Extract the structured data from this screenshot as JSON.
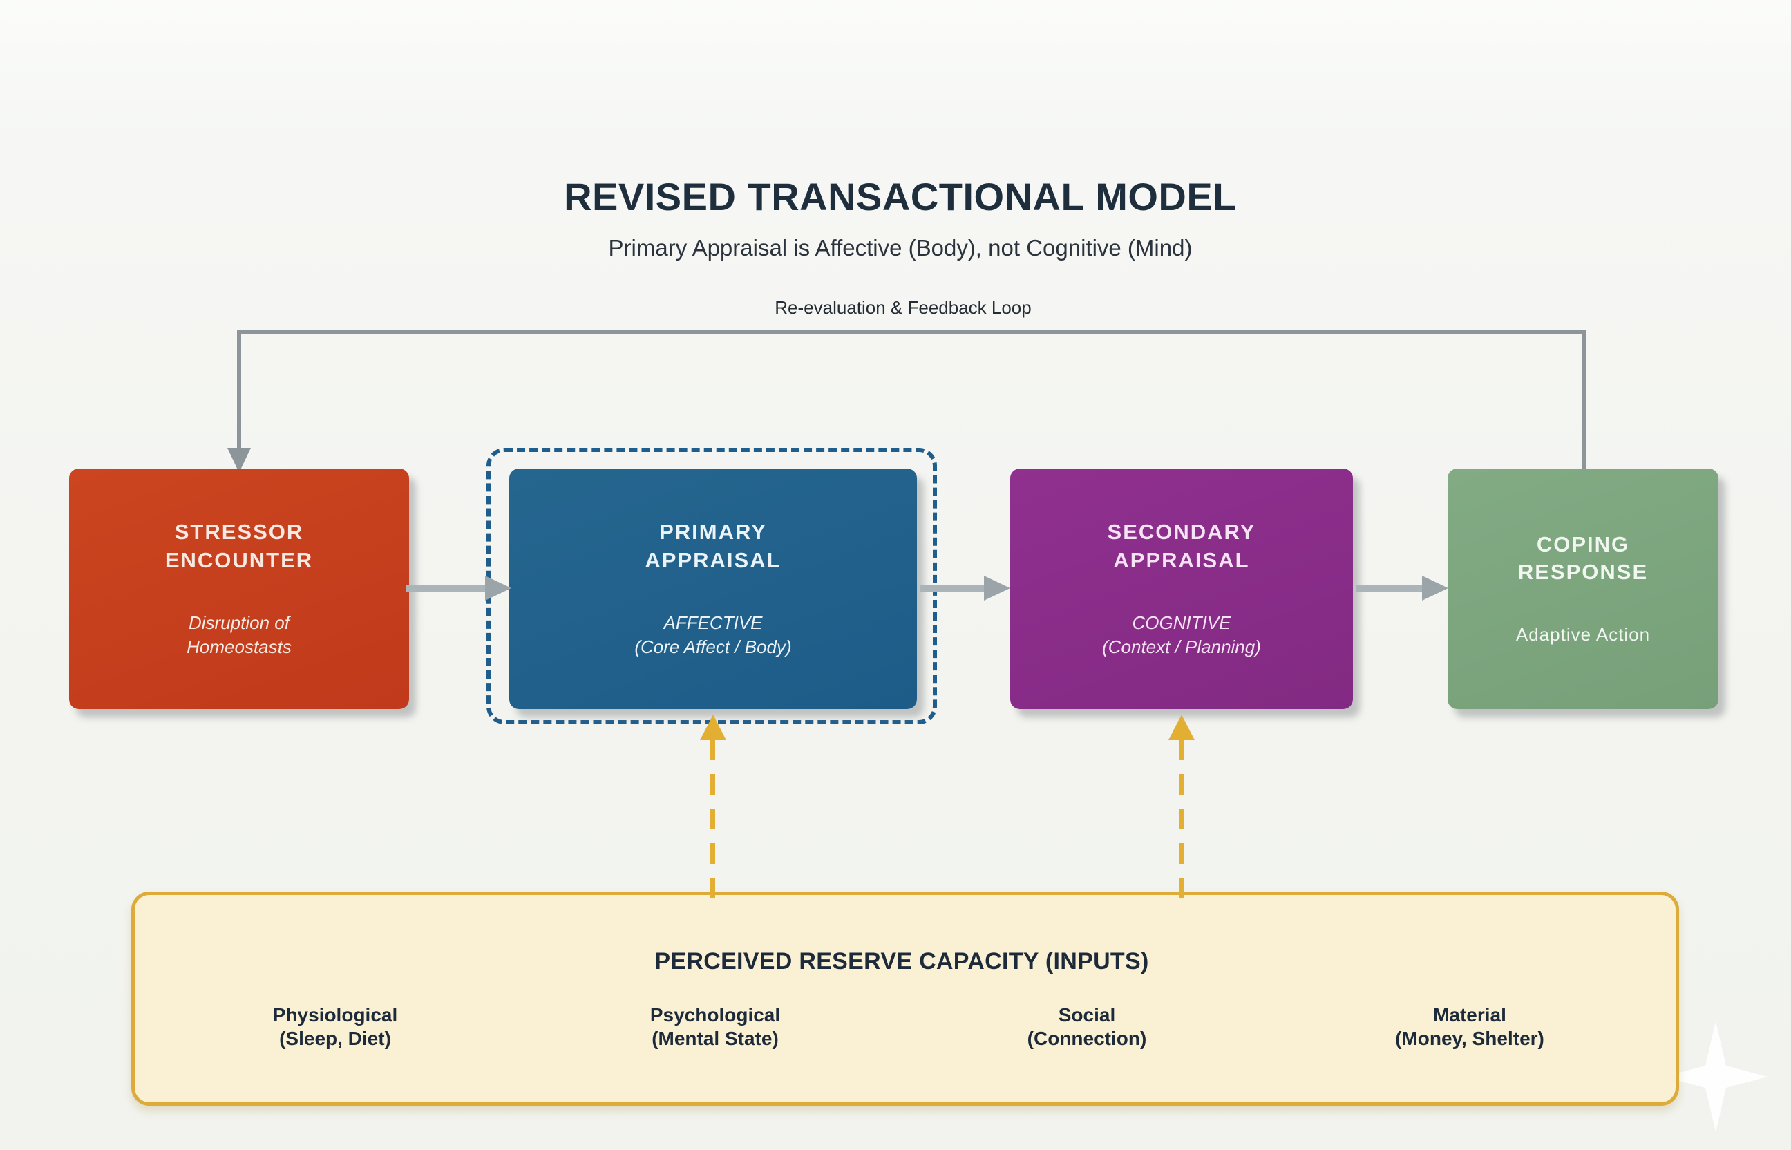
{
  "header": {
    "title": "REVISED TRANSACTIONAL MODEL",
    "subtitle": "Primary Appraisal is Affective (Body), not Cognitive (Mind)"
  },
  "feedback": {
    "label": "Re-evaluation & Feedback Loop"
  },
  "flow_boxes": [
    {
      "name": "stressor-encounter",
      "title": "STRESSOR\nENCOUNTER",
      "detail": "Disruption of\nHomeostasts",
      "color": "#c63f1e"
    },
    {
      "name": "primary-appraisal",
      "title": "PRIMARY\nAPPRAISAL",
      "detail": "AFFECTIVE\n(Core Affect / Body)",
      "color": "#21618e",
      "highlighted_border": "#1f5e8c"
    },
    {
      "name": "secondary-appraisal",
      "title": "SECONDARY\nAPPRAISAL",
      "detail": "COGNITIVE\n(Context / Planning)",
      "color": "#8c2d8b"
    },
    {
      "name": "coping-response",
      "title": "COPING\nRESPONSE",
      "detail": "Adaptive Action",
      "color": "#7da77f"
    }
  ],
  "reserve_box": {
    "title": "PERCEIVED RESERVE CAPACITY (INPUTS)",
    "fill_color": "#faf0d3",
    "border_color": "#dcab39",
    "inputs": [
      {
        "label": "Physiological\n(Sleep, Diet)"
      },
      {
        "label": "Psychological\n(Mental State)"
      },
      {
        "label": "Social\n(Connection)"
      },
      {
        "label": "Material\n(Money, Shelter)"
      }
    ]
  },
  "colors": {
    "background": "#f4f5f1",
    "arrow_gray": "#8b959a",
    "connector_gray": "#a9b2b6",
    "input_arrow_gold": "#e3af33",
    "title_navy": "#1f2e3d"
  }
}
